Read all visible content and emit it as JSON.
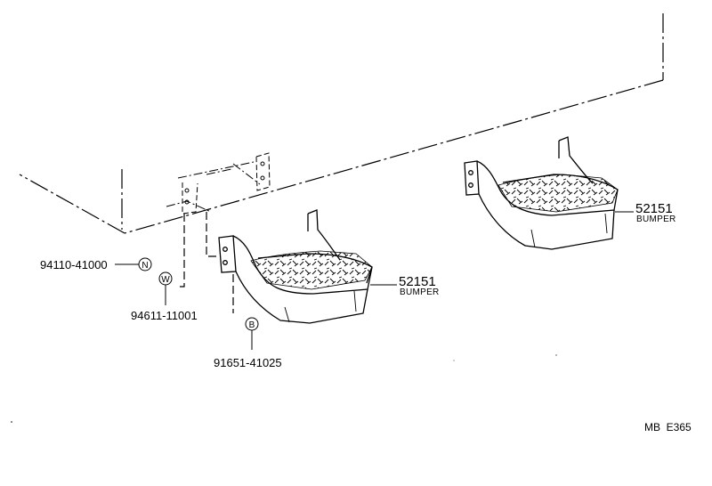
{
  "callouts": {
    "fastener_n": {
      "part_no": "94110-41000",
      "symbol": "N"
    },
    "fastener_w": {
      "part_no": "94611-11001",
      "symbol": "W"
    },
    "fastener_b": {
      "part_no": "91651-41025",
      "symbol": "B"
    },
    "bumper_left": {
      "part_no": "52151",
      "name": "BUMPER"
    },
    "bumper_right": {
      "part_no": "52151",
      "name": "BUMPER"
    }
  },
  "figure_ref": "MB  E365"
}
